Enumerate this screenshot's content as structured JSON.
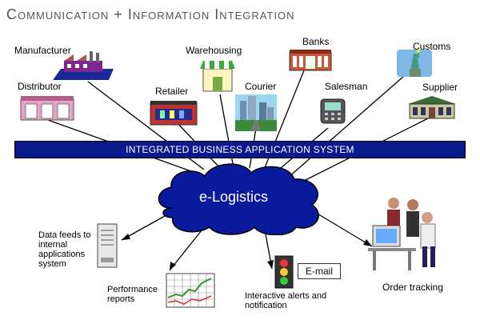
{
  "title": "Communication + Information Integration",
  "banner": "INTEGRATED BUSINESS APPLICATION SYSTEM",
  "center": "e-Logistics",
  "nodes_top": {
    "manufacturer": "Manufacturer",
    "distributor": "Distributor",
    "warehousing": "Warehousing",
    "retailer": "Retailer",
    "banks": "Banks",
    "courier": "Courier",
    "salesman": "Salesman",
    "customs": "Customs",
    "supplier": "Supplier"
  },
  "nodes_bottom": {
    "data_feeds": "Data feeds to internal applications system",
    "performance": "Performance reports",
    "alerts": "Interactive alerts and notification",
    "email": "E-mail",
    "order_tracking": "Order tracking"
  },
  "colors": {
    "banner": "#0a1a8c",
    "cloud": "#0a1a9c"
  }
}
